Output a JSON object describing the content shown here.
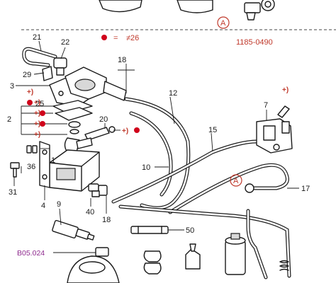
{
  "diagram": {
    "reference_code": "1185-0490",
    "legend": {
      "symbol": "=",
      "note": "≠26"
    },
    "marker_A": "A",
    "plus_mark": "+)",
    "callouts": {
      "c21": "21",
      "c22": "22",
      "c29": "29",
      "c3": "3",
      "c18a": "18",
      "c12": "12",
      "c25": "25",
      "c2": "2",
      "c20": "20",
      "c7": "7",
      "c15": "15",
      "c10": "10",
      "c36": "36",
      "c1": "1",
      "c31": "31",
      "c4": "4",
      "c9": "9",
      "c40": "40",
      "c18b": "18",
      "c17": "17",
      "c50": "50"
    },
    "ref_note": "B05.024"
  }
}
